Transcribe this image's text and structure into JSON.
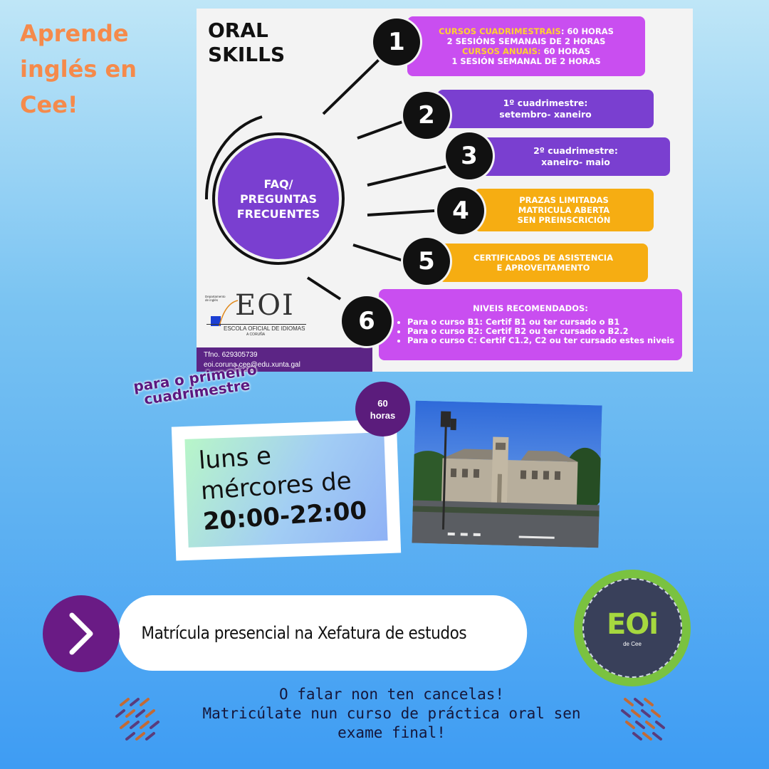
{
  "headline": {
    "line1": "Aprende",
    "line2": "inglés en",
    "line3": "Cee!"
  },
  "infographic": {
    "title_line1": "ORAL",
    "title_line2": "SKILLS",
    "faq_line1": "FAQ/",
    "faq_line2": "PREGUNTAS",
    "faq_line3": "FRECUENTES",
    "items": [
      {
        "number": "1",
        "line1_hl": "CURSOS CUADRIMESTRAIS",
        "line1_rest": ": 60 HORAS",
        "line2": "2 SESIÓNS SEMANAIS DE 2 HORAS",
        "line3_hl": "CURSOS ANUAIS:",
        "line3_rest": " 60 HORAS",
        "line4": "1 SESIÓN SEMANAL DE 2 HORAS"
      },
      {
        "number": "2",
        "line1": "1º cuadrimestre:",
        "line2": "setembro- xaneiro"
      },
      {
        "number": "3",
        "line1": "2º cuadrimestre:",
        "line2": "xaneiro- maio"
      },
      {
        "number": "4",
        "line1": "PRAZAS LIMITADAS",
        "line2": "MATRICULA ABERTA",
        "line3": "SEN PREINSCRICIÓN"
      },
      {
        "number": "5",
        "line1": "CERTIFICADOS DE ASISTENCIA",
        "line2": "E APROVEITAMENTO"
      },
      {
        "number": "6",
        "title": "NIVEIS RECOMENDADOS:",
        "bullets": [
          "Para o curso B1: Certif B1 ou ter cursado o B1",
          "Para o curso  B2: Certif B2 ou ter cursado o B2.2",
          "Para o curso C: Certif C1.2, C2 ou ter cursado estes niveis"
        ]
      }
    ],
    "logo": {
      "dept": "Departamento de inglés",
      "word": "EOI",
      "sub": "ESCOLA OFICIAL DE IDIOMAS",
      "city": "A CORUÑA"
    },
    "contact": {
      "phone": "Tfno. 629305739",
      "email": "eoi.coruna.cee@edu.xunta.gal"
    }
  },
  "schedule": {
    "para_line1": "para o primeiro",
    "para_line2": "cuadrimestre",
    "line1": "luns e",
    "line2": "mércores de",
    "line3": "20:00-22:00",
    "hours_num": "60",
    "hours_word": "horas"
  },
  "matricula": {
    "label": "Matrícula presencial na Xefatura de estudos"
  },
  "badge": {
    "word": "EOi",
    "sub": "de Cee"
  },
  "bottom": {
    "line1": "O falar non ten cancelas!",
    "line2": "Matricúlate nun curso de práctica oral sen",
    "line3": "exame final!"
  },
  "colors": {
    "headline": "#f58a4b",
    "purple_light": "#c94ef0",
    "purple": "#7a3fd0",
    "orange": "#f6ad12",
    "dark_purple": "#6a1b85",
    "badge_green": "#7ac240"
  },
  "icons": {
    "arrow": "chevron-right-icon",
    "deco": "dashes-pattern-icon"
  }
}
